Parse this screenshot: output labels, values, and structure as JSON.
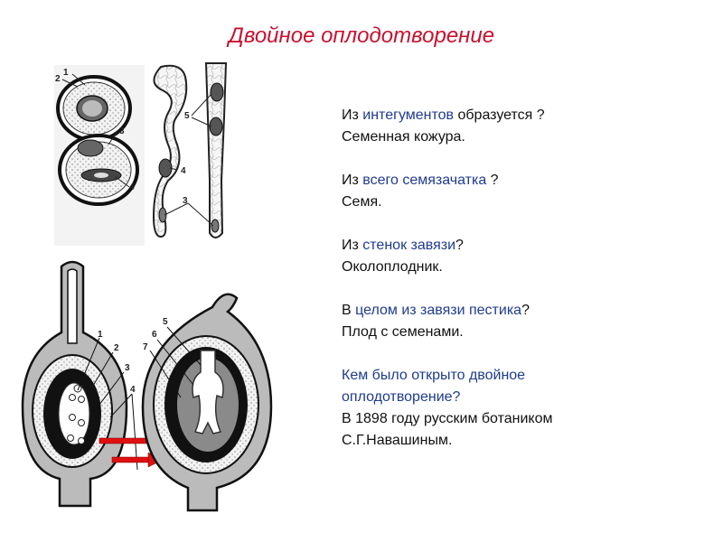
{
  "title": "Двойное оплодотворение",
  "qa": [
    {
      "q_pre": "Из ",
      "q_hl": "интегументов",
      "q_post": " образуется ?",
      "a": "Семенная кожура."
    },
    {
      "q_pre": "Из ",
      "q_hl": "всего семязачатка",
      "q_post": " ?",
      "a": "Семя."
    },
    {
      "q_pre": "Из ",
      "q_hl": "стенок завязи",
      "q_post": "?",
      "a": "Околоплодник."
    },
    {
      "q_pre": "В ",
      "q_hl": "целом из завязи пестика",
      "q_post": "?",
      "a": "Плод с семенами."
    }
  ],
  "final_question": [
    "Кем было открыто двойное",
    "оплодотворение?"
  ],
  "final_answer": [
    "В 1898 году русским ботаником",
    "С.Г.Навашиным."
  ],
  "figure_labels": {
    "top_left": [
      "2",
      "1",
      "3",
      "4"
    ],
    "top_right": [
      "5",
      "4",
      "3"
    ],
    "bottom_left": [
      "1",
      "2",
      "3",
      "4"
    ],
    "bottom_right": [
      "5",
      "6",
      "7"
    ]
  },
  "colors": {
    "title": "#c8102e",
    "highlight": "#1f3b8f",
    "arrow": "#e01010"
  }
}
